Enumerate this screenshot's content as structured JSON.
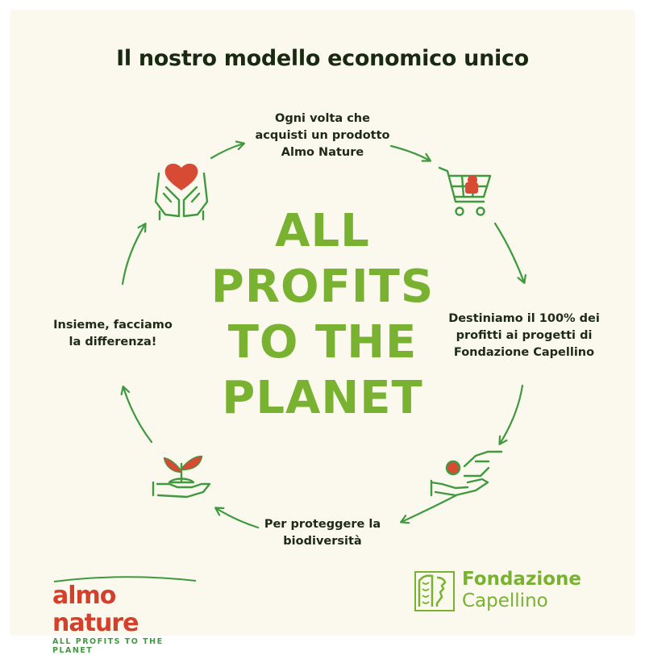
{
  "header": {
    "title": "Il nostro modello economico unico"
  },
  "center": {
    "headline": "ALL\nPROFITS\nTO THE\nPLANET"
  },
  "cycle": {
    "steps": [
      {
        "text": "Ogni volta che\nacquisti un prodotto\nAlmo Nature"
      },
      {
        "text": "Destiniamo il 100% dei\nprofitti ai progetti di\nFondazione Capellino"
      },
      {
        "text": "Per proteggere la\nbiodiversità"
      },
      {
        "text": "Insieme, facciamo\nla differenza!"
      }
    ],
    "icons": [
      "heart-hands-icon",
      "shopping-cart-icon",
      "giving-coin-icon",
      "sprout-hand-icon"
    ]
  },
  "footer": {
    "almo_name": "almo nature",
    "almo_tagline": "ALL PROFITS TO THE PLANET",
    "fondazione_line1": "Fondazione",
    "fondazione_line2": "Capellino"
  },
  "colors": {
    "background": "#fbf8ee",
    "headline_green": "#79b231",
    "icon_green": "#3f9a3f",
    "accent_red": "#d74a33",
    "text_dark": "#1d2b16"
  }
}
